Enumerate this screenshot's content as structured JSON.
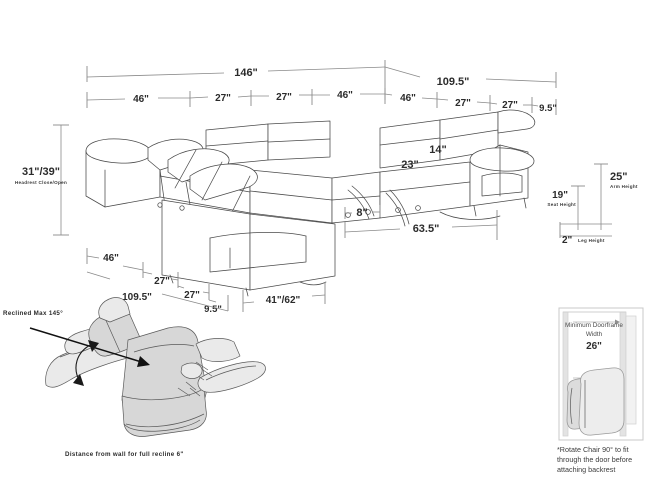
{
  "diagram": {
    "title": "Sectional Recliner Sofa Dimension Diagram",
    "background": "#ffffff",
    "line_color": "#4a4a4a",
    "dimension_line_color": "#8a8a8a"
  },
  "top_dimensions": {
    "overall": [
      {
        "id": "overall-left",
        "label": "146\""
      },
      {
        "id": "overall-right",
        "label": "109.5\""
      }
    ],
    "segments": [
      {
        "id": "seg-1",
        "label": "46\""
      },
      {
        "id": "seg-2",
        "label": "27\""
      },
      {
        "id": "seg-3",
        "label": "27\""
      },
      {
        "id": "seg-4",
        "label": "46\""
      },
      {
        "id": "seg-5",
        "label": "46\""
      },
      {
        "id": "seg-6",
        "label": "27\""
      },
      {
        "id": "seg-7",
        "label": "27\""
      },
      {
        "id": "seg-8",
        "label": "9.5\""
      }
    ]
  },
  "left_dimension": {
    "value": "31\"/39\"",
    "caption": "Headrest Close/Open"
  },
  "center_dimensions": [
    {
      "id": "backrest-height",
      "label": "14\""
    },
    {
      "id": "seat-depth",
      "label": "23\""
    },
    {
      "id": "gap",
      "label": "8\""
    },
    {
      "id": "seat-run",
      "label": "63.5\""
    }
  ],
  "right_dimensions": [
    {
      "id": "arm-height",
      "value": "25\"",
      "caption": "Arm Height"
    },
    {
      "id": "seat-height",
      "value": "19\"",
      "caption": "Seat Height"
    },
    {
      "id": "leg-height",
      "value": "2\"",
      "caption": "Leg Height"
    }
  ],
  "bottom_dimensions": {
    "segments": [
      {
        "id": "b-seg-1",
        "label": "46\""
      },
      {
        "id": "b-seg-2",
        "label": "27\""
      },
      {
        "id": "b-seg-3",
        "label": "27\""
      },
      {
        "id": "b-seg-4",
        "label": "9.5\""
      }
    ],
    "overall": {
      "id": "b-overall",
      "label": "109.5\""
    },
    "depth": {
      "id": "b-depth",
      "label": "41\"/62\""
    }
  },
  "recliner_detail": {
    "angle_label": "Reclined Max 145°",
    "wall_note": "Distance from wall for full recline 6\""
  },
  "doorframe_inset": {
    "title_line_1": "Minimum Doorframe",
    "title_line_2": "Width",
    "measure": "26\"",
    "note": "*Rotate Chair 90° to fit through the door before attaching backrest"
  }
}
